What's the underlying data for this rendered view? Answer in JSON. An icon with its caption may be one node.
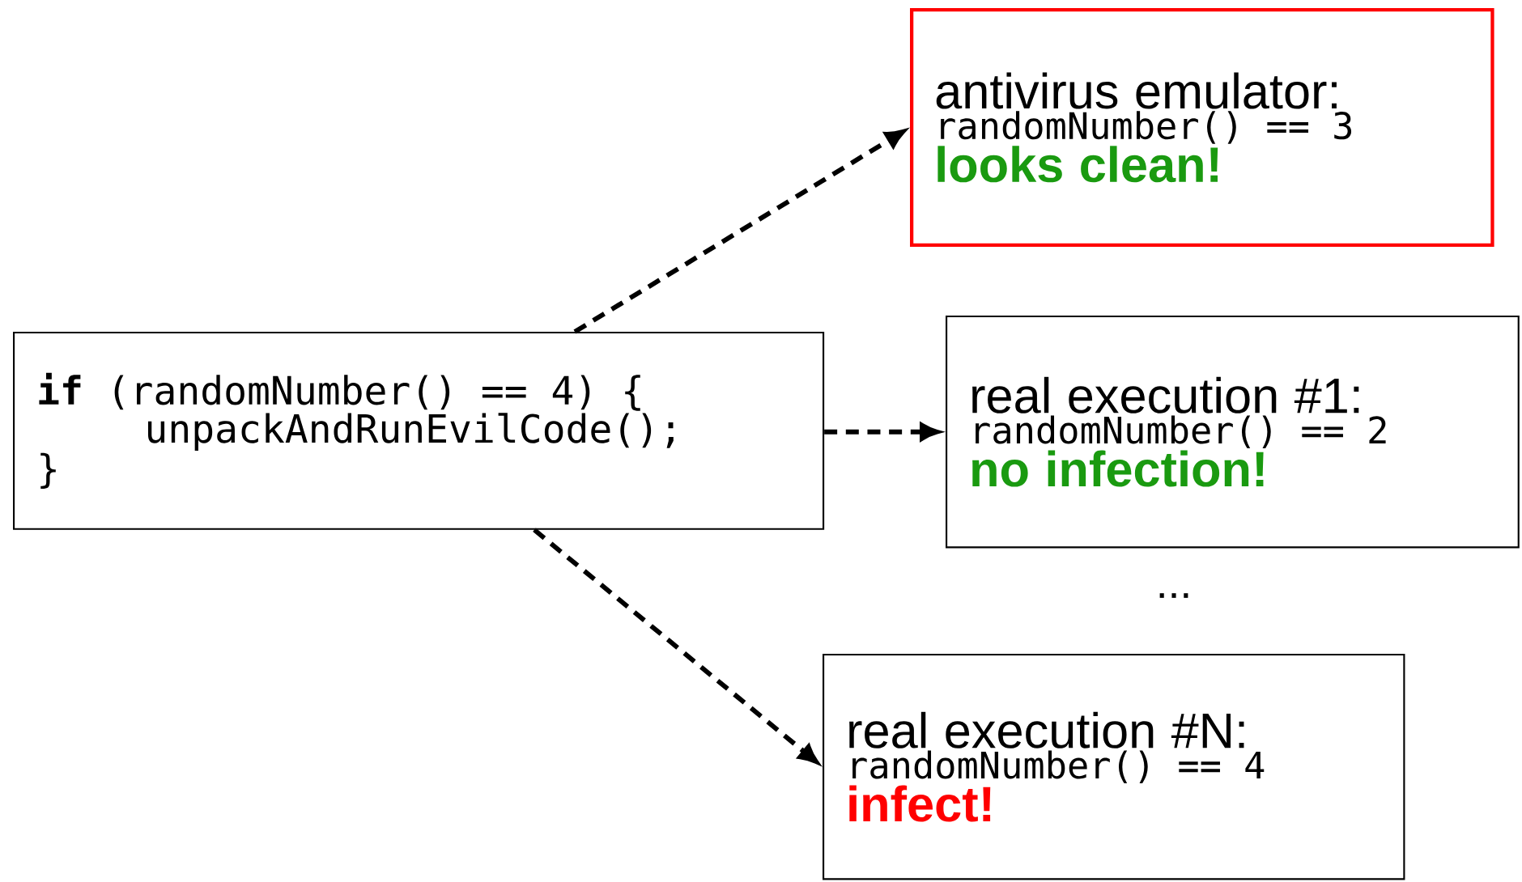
{
  "diagram": {
    "nodes": [
      {
        "text": [
          "**if** (randomNumber() == 4) {",
          "unpackAndRunEvilCode();",
          "}"
        ]
      },
      {
        "text": [
          "antivirus emulator:",
          "randomNumber() == 3",
          "looks clean!"
        ]
      },
      {
        "text": [
          "real execution #1:",
          "randomNumber() == 2",
          "no infection!"
        ]
      },
      {
        "text": [
          "real execution #N:",
          "randomNumber() == 4",
          "infect!"
        ]
      }
    ],
    "edges": [
      {
        "from": 0,
        "to": 1,
        "arrow": "to",
        "style": "dashed"
      },
      {
        "from": 0,
        "to": 2,
        "arrow": "to",
        "style": "dashed"
      },
      {
        "from": 0,
        "to": 3,
        "arrow": "to",
        "style": "dashed"
      }
    ],
    "labels": [
      "..."
    ]
  }
}
